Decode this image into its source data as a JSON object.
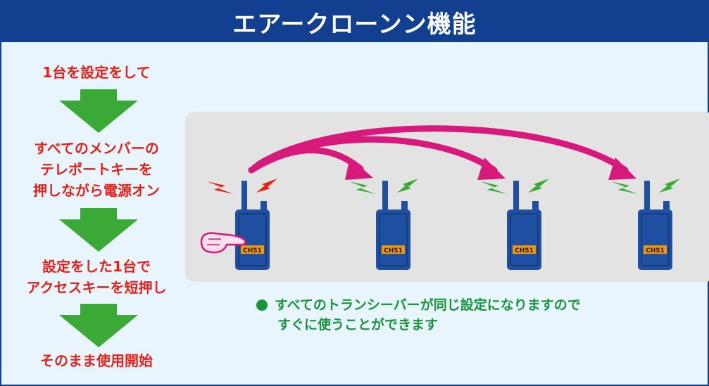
{
  "title": "エアークローンン機能",
  "steps": [
    {
      "lines": [
        "1台を設定をして"
      ]
    },
    {
      "lines": [
        "すべてのメンバーの",
        "テレポートキーを",
        "押しながら電源オン"
      ]
    },
    {
      "lines": [
        "設定をした1台で",
        "アクセスキーを短押し"
      ]
    },
    {
      "lines": [
        "そのまま使用開始"
      ]
    }
  ],
  "radios": [
    {
      "channel": "CH51",
      "role": "source"
    },
    {
      "channel": "CH51",
      "role": "target"
    },
    {
      "channel": "CH51",
      "role": "target"
    },
    {
      "channel": "CH51",
      "role": "target"
    }
  ],
  "note": {
    "line1": "すべてのトランシーバーが同じ設定になりますので",
    "line2": "すぐに使うことができます"
  },
  "colors": {
    "header": "#123f8f",
    "background": "#e9f5fd",
    "step_text": "#e2231a",
    "step_arrow": "#3aa935",
    "clone_arrow": "#d6197a",
    "signal_source": "#e2231a",
    "signal_target": "#3aa935",
    "radio_body": "#1e4fa0",
    "channel_label": "#f39800",
    "note_text": "#16953a"
  },
  "icons": [
    "down-arrow-icon",
    "radio-icon",
    "signal-icon",
    "pointing-hand-icon",
    "curved-arrow-icon",
    "bullet-dot-icon"
  ]
}
